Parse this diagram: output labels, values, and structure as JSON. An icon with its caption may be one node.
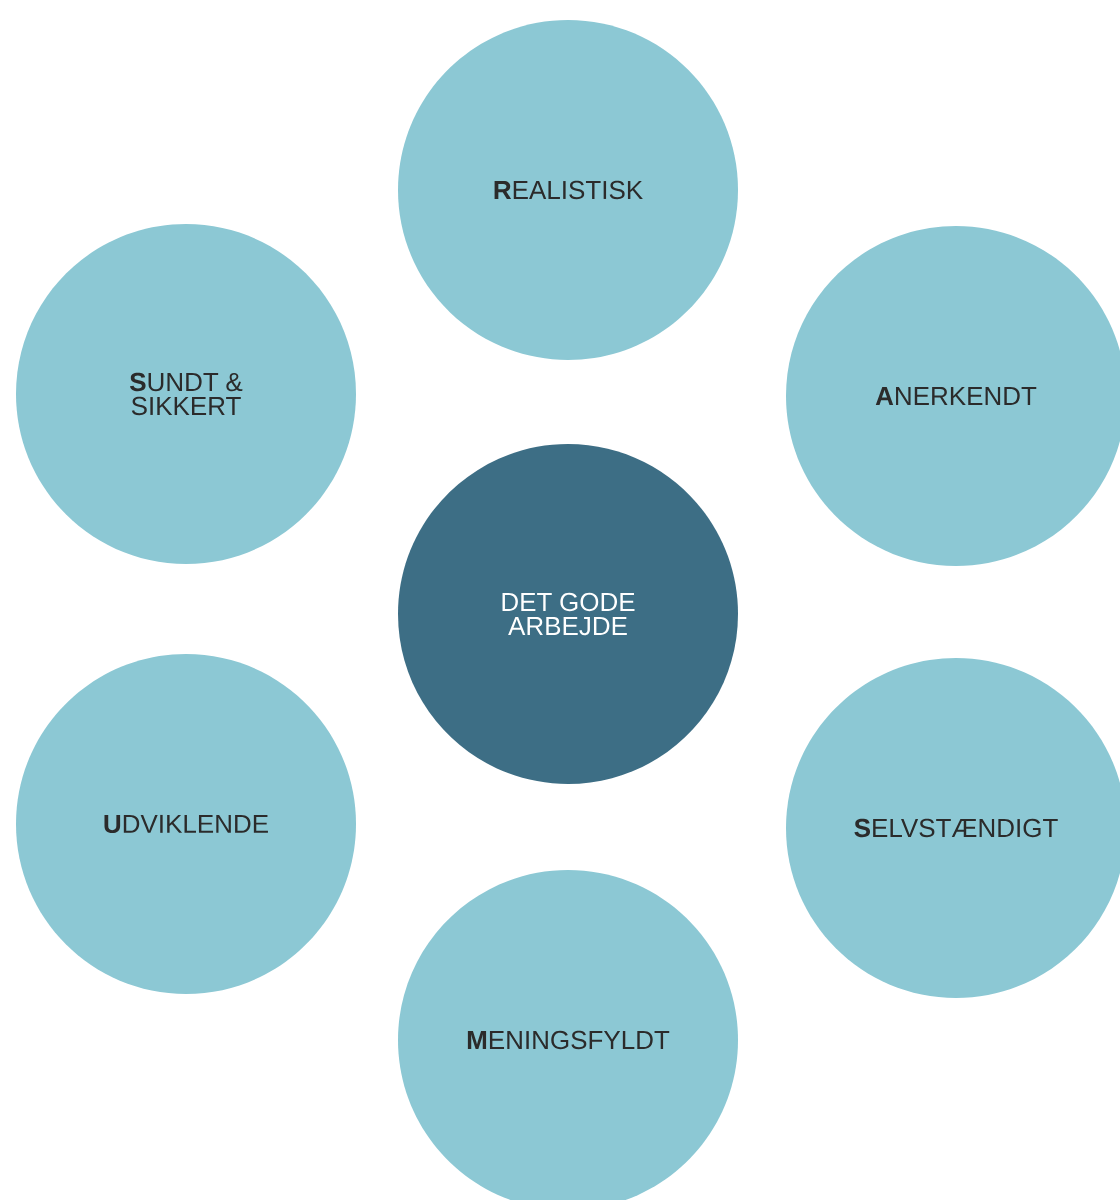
{
  "diagram": {
    "nodes": [
      {
        "text": [
          "**R**EALISTISK"
        ]
      },
      {
        "text": [
          "**S**UNDT & SIKKERT"
        ]
      },
      {
        "text": [
          "**A**NERKENDT"
        ]
      },
      {
        "text": [
          "DET GODE ARBEJDE"
        ]
      },
      {
        "text": [
          "**U**DVIKLENDE"
        ]
      },
      {
        "text": [
          "**S**ELVSTÆNDIGT"
        ]
      },
      {
        "text": [
          "**M**ENINGSFYLDT"
        ]
      }
    ]
  }
}
